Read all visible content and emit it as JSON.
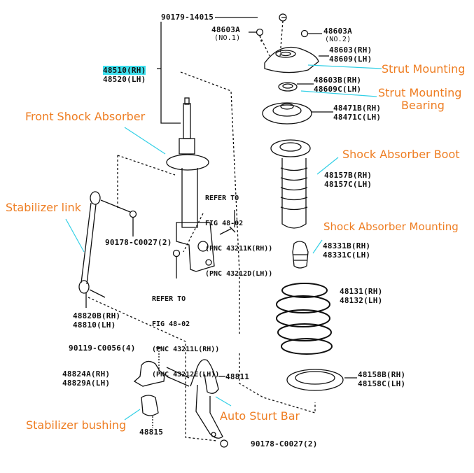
{
  "diagram": {
    "title": "Front suspension exploded parts diagram",
    "colors": {
      "callout_text": "#ee7d22",
      "leader_line": "#33d0e6",
      "highlight": "#3fe0ee",
      "drawing": "#111111"
    },
    "callouts": {
      "strut_mounting": "Strut Mounting",
      "strut_mounting_bearing_1": "Strut Mounting",
      "strut_mounting_bearing_2": "Bearing",
      "front_shock_absorber": "Front Shock Absorber",
      "shock_absorber_boot": "Shock Absorber Boot",
      "shock_absorber_mounting": "Shock Absorber Mounting",
      "stabilizer_link": "Stabilizer link",
      "stabilizer_bushing": "Stabilizer bushing",
      "auto_strut_bar": "Auto Sturt Bar"
    },
    "part_numbers": {
      "nut_top": "90179-14015",
      "nut_no1": "48603A",
      "nut_no1_sub": "(NO.1)",
      "nut_no2": "48603A",
      "nut_no2_sub": "(NO.2)",
      "mount_rh": "48603(RH)",
      "mount_lh": "48609(LH)",
      "bearing_rh": "48603B(RH)",
      "bearing_lh": "48609C(LH)",
      "seat_rh": "48471B(RH)",
      "seat_lh": "48471C(LH)",
      "shock_rh": "48510(RH)",
      "shock_lh": "48520(LH)",
      "boot_rh": "48157B(RH)",
      "boot_lh": "48157C(LH)",
      "bumper_rh": "48331B(RH)",
      "bumper_lh": "48331C(LH)",
      "spring_rh": "48131(RH)",
      "spring_lh": "48132(LH)",
      "lower_seat_rh": "48158B(RH)",
      "lower_seat_lh": "48158C(LH)",
      "link_nut": "90178-C0027(2)",
      "link_rh": "48820B(RH)",
      "link_lh": "48810(LH)",
      "bracket_bolt": "90119-C0056(4)",
      "bracket_rh": "48824A(RH)",
      "bracket_lh": "48829A(LH)",
      "stab_bar": "48811",
      "bushing": "48815",
      "bar_nut": "90178-C0027(2)"
    },
    "references": {
      "upper": [
        "REFER TO",
        "FIG 48-02",
        "(PNC 43211K(RH))",
        "(PNC 43212D(LH))"
      ],
      "lower": [
        "REFER TO",
        "FIG 48-02",
        "(PNC 43211L(RH))",
        "(PNC 43212E(LH))"
      ]
    }
  }
}
